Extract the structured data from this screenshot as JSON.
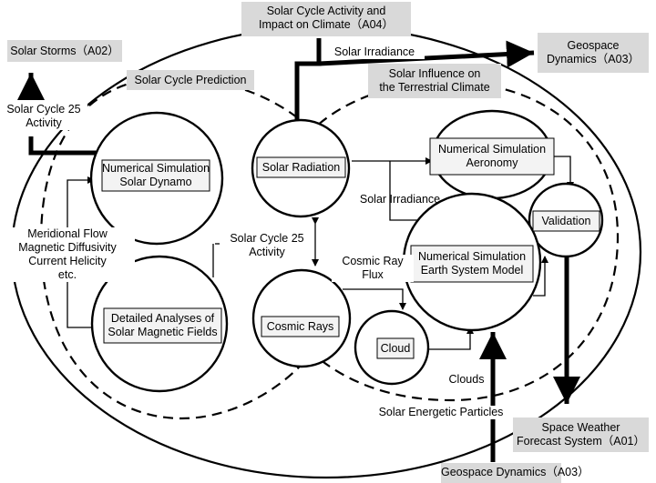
{
  "boxes": {
    "solar_storms": "Solar Storms（A02）",
    "solar_cycle_activity_line1": "Solar Cycle Activity and",
    "solar_cycle_activity_line2": "Impact on Climate（A04）",
    "geospace_top_line1": "Geospace",
    "geospace_top_line2": "Dynamics（A03）",
    "solar_cycle_prediction": "Solar Cycle Prediction",
    "solar_influence_line1": "Solar Influence on",
    "solar_influence_line2": "the Terrestrial Climate",
    "sim_solar_dynamo_line1": "Numerical Simulation",
    "sim_solar_dynamo_line2": "Solar Dynamo",
    "solar_radiation": "Solar Radiation",
    "sim_aeronomy_line1": "Numerical Simulation",
    "sim_aeronomy_line2": "Aeronomy",
    "validation": "Validation",
    "sim_earth_line1": "Numerical Simulation",
    "sim_earth_line2": "Earth System Model",
    "analyses_line1": "Detailed Analyses of",
    "analyses_line2": "Solar Magnetic Fields",
    "cosmic_rays": "Cosmic Rays",
    "cloud": "Cloud",
    "space_weather_line1": "Space Weather",
    "space_weather_line2": "Forecast System（A01）",
    "geospace_bottom": "Geospace Dynamics（A03）"
  },
  "labels": {
    "solar_irradiance_top": "Solar Irradiance",
    "solar_cycle25_left_line1": "Solar Cycle 25",
    "solar_cycle25_left_line2": "Activity",
    "meridional_flow": "Meridional Flow",
    "magnetic_diffusivity": "Magnetic Diffusivity",
    "current_helicity": "Current Helicity",
    "etc": "etc.",
    "solar_cycle25_center_line1": "Solar Cycle 25",
    "solar_cycle25_center_line2": "Activity",
    "solar_irradiance_mid": "Solar Irradiance",
    "cosmic_ray_flux_line1": "Cosmic Ray",
    "cosmic_ray_flux_line2": "Flux",
    "clouds": "Clouds",
    "solar_energetic_particles": "Solar Energetic Particles"
  }
}
